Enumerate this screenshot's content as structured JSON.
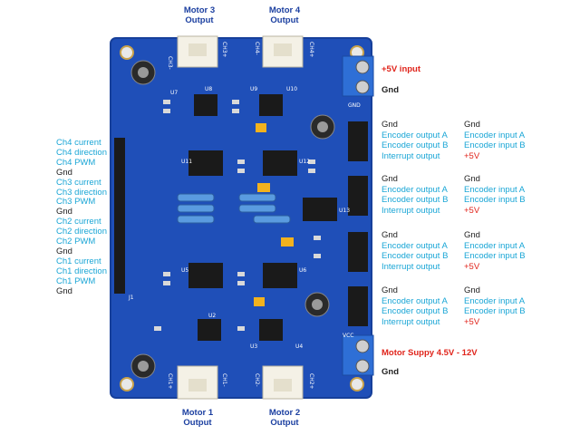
{
  "motors": {
    "m3": {
      "line1": "Motor 3",
      "line2": "Output"
    },
    "m4": {
      "line1": "Motor 4",
      "line2": "Output"
    },
    "m1": {
      "line1": "Motor 1",
      "line2": "Output"
    },
    "m2": {
      "line1": "Motor 2",
      "line2": "Output"
    }
  },
  "power": {
    "v5_input": "+5V input",
    "gnd_top": "Gnd",
    "supply": "Motor Suppy 4.5V - 12V",
    "gnd_bottom": "Gnd"
  },
  "left_pins": [
    "Ch4 current",
    "Ch4 direction",
    "Ch4 PWM",
    "Gnd",
    "Ch3 current",
    "Ch3 direction",
    "Ch3 PWM",
    "Gnd",
    "Ch2 current",
    "Ch2 direction",
    "Ch2 PWM",
    "Gnd",
    "Ch1 current",
    "Ch1 direction",
    "Ch1 PWM",
    "Gnd"
  ],
  "encoder_groups": [
    {
      "left": [
        "Gnd",
        "Encoder output A",
        "Encoder output B",
        "Interrupt output"
      ],
      "right": [
        "Gnd",
        "Encoder input A",
        "Encoder input B",
        "+5V"
      ]
    },
    {
      "left": [
        "Gnd",
        "Encoder output A",
        "Encoder output B",
        "Interrupt output"
      ],
      "right": [
        "Gnd",
        "Encoder input A",
        "Encoder input B",
        "+5V"
      ]
    },
    {
      "left": [
        "Gnd",
        "Encoder output A",
        "Encoder output B",
        "Interrupt output"
      ],
      "right": [
        "Gnd",
        "Encoder input A",
        "Encoder input B",
        "+5V"
      ]
    },
    {
      "left": [
        "Gnd",
        "Encoder output A",
        "Encoder output B",
        "Interrupt output"
      ],
      "right": [
        "Gnd",
        "Encoder input A",
        "Encoder input B",
        "+5V"
      ]
    }
  ],
  "board_silkscreen": {
    "motor_terminals": [
      "CH3-",
      "CH3+",
      "CH4-",
      "CH4+",
      "CH1+",
      "CH1-",
      "CH2-",
      "CH2+"
    ],
    "ics": [
      "U7",
      "U8",
      "U9",
      "U10",
      "U11",
      "U12",
      "U5",
      "U6",
      "U2",
      "U3",
      "U4",
      "U13"
    ],
    "connector_label": "J1",
    "gnd_label": "GND",
    "vcc_label": "VCC"
  },
  "colors": {
    "board": "#1f4fb8",
    "board_edge": "#163f9a",
    "label_cyan": "#1aa6d6",
    "label_red": "#e0241b",
    "motor_label": "#1b3fa0",
    "terminal_blue": "#2e6fd6"
  }
}
